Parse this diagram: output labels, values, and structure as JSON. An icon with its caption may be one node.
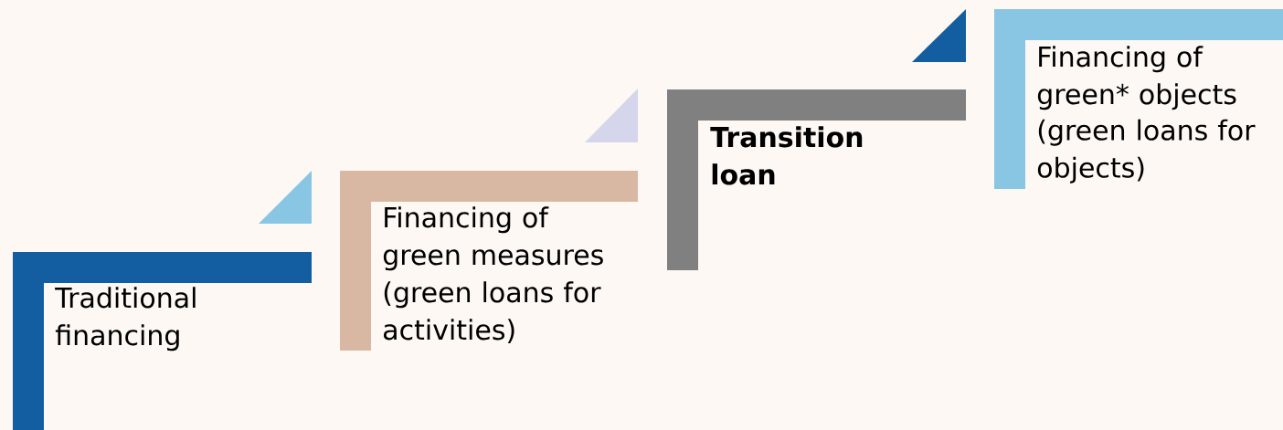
{
  "diagram": {
    "nodes": [
      {
        "text": [
          "Traditional financing"
        ]
      },
      {
        "text": [
          "Financing of green measures (green loans for activities)"
        ]
      },
      {
        "text": [
          "Transition loan"
        ]
      },
      {
        "text": [
          "Financing of green* objects",
          "(green loans for objects)"
        ]
      }
    ]
  }
}
